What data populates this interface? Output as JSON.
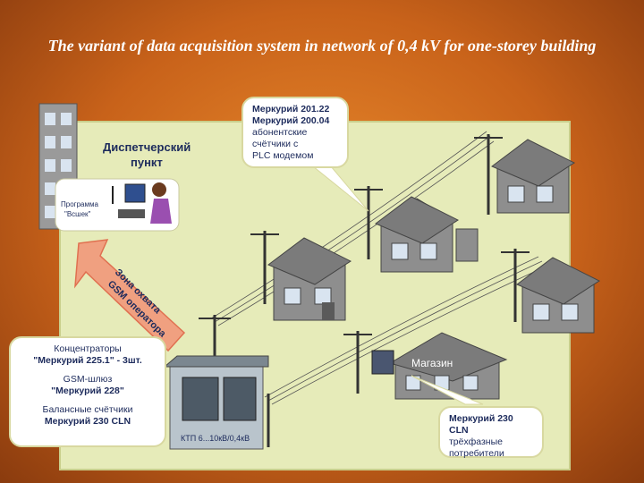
{
  "title": "The variant of data acquisition system in network of 0,4 kV for one-storey building",
  "dispatch": {
    "line1": "Диспетчерский",
    "line2": "пункт",
    "program_line1": "Программа",
    "program_line2": "\"Всшек\""
  },
  "gsm_zone": {
    "line1": "Зона охвата",
    "line2": "GSM оператора"
  },
  "callout_top": {
    "line1": "Меркурий 201.22",
    "line2": "Меркурий 200.04",
    "line3": "абонентские",
    "line4": "счётчики с",
    "line5": "PLC модемом"
  },
  "callout_left": {
    "l1": "Концентраторы",
    "l2": "\"Меркурий 225.1\" - 3шт.",
    "l3": "GSM-шлюз",
    "l4": "\"Меркурий 228\"",
    "l5": "Балансные счётчики",
    "l6": "Меркурий 230 CLN"
  },
  "substation": {
    "label": "КТП 6...10кВ/0,4кВ"
  },
  "shop": {
    "label": "Магазин"
  },
  "callout_right": {
    "line1": "Меркурий 230 CLN",
    "line2": "трёхфазные",
    "line3": "потребители"
  },
  "colors": {
    "accent": "#1d2b5c",
    "panel": "#e6ebb9",
    "house_wall": "#8e8e8e",
    "roof": "#7b7b7b",
    "arrow": "#f0a080"
  }
}
